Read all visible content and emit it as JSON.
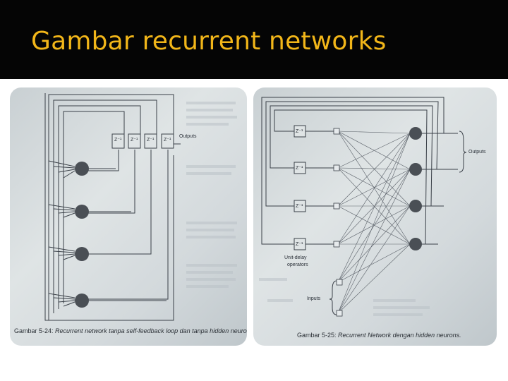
{
  "slide": {
    "title": "Gambar recurrent networks"
  },
  "figure_left": {
    "delay_label": "Z⁻¹",
    "outputs_label": "Outputs",
    "caption_label": "Gambar 5-24:",
    "caption_text": "Recurrent network tanpa self-feedback loop dan tanpa hidden neurons."
  },
  "figure_right": {
    "delay_label": "Z⁻¹",
    "outputs_label": "Outputs",
    "unit_delay_line1": "Unit-delay",
    "unit_delay_line2": "operators",
    "inputs_label": "Inputs",
    "caption_label": "Gambar 5-25:",
    "caption_text": "Recurrent Network dengan hidden neurons."
  },
  "colors": {
    "title_bar": "#050505",
    "title_text": "#f2b619",
    "paper": "#d7dcdf",
    "ink": "#3a4048",
    "neuron": "#4a4f55"
  }
}
